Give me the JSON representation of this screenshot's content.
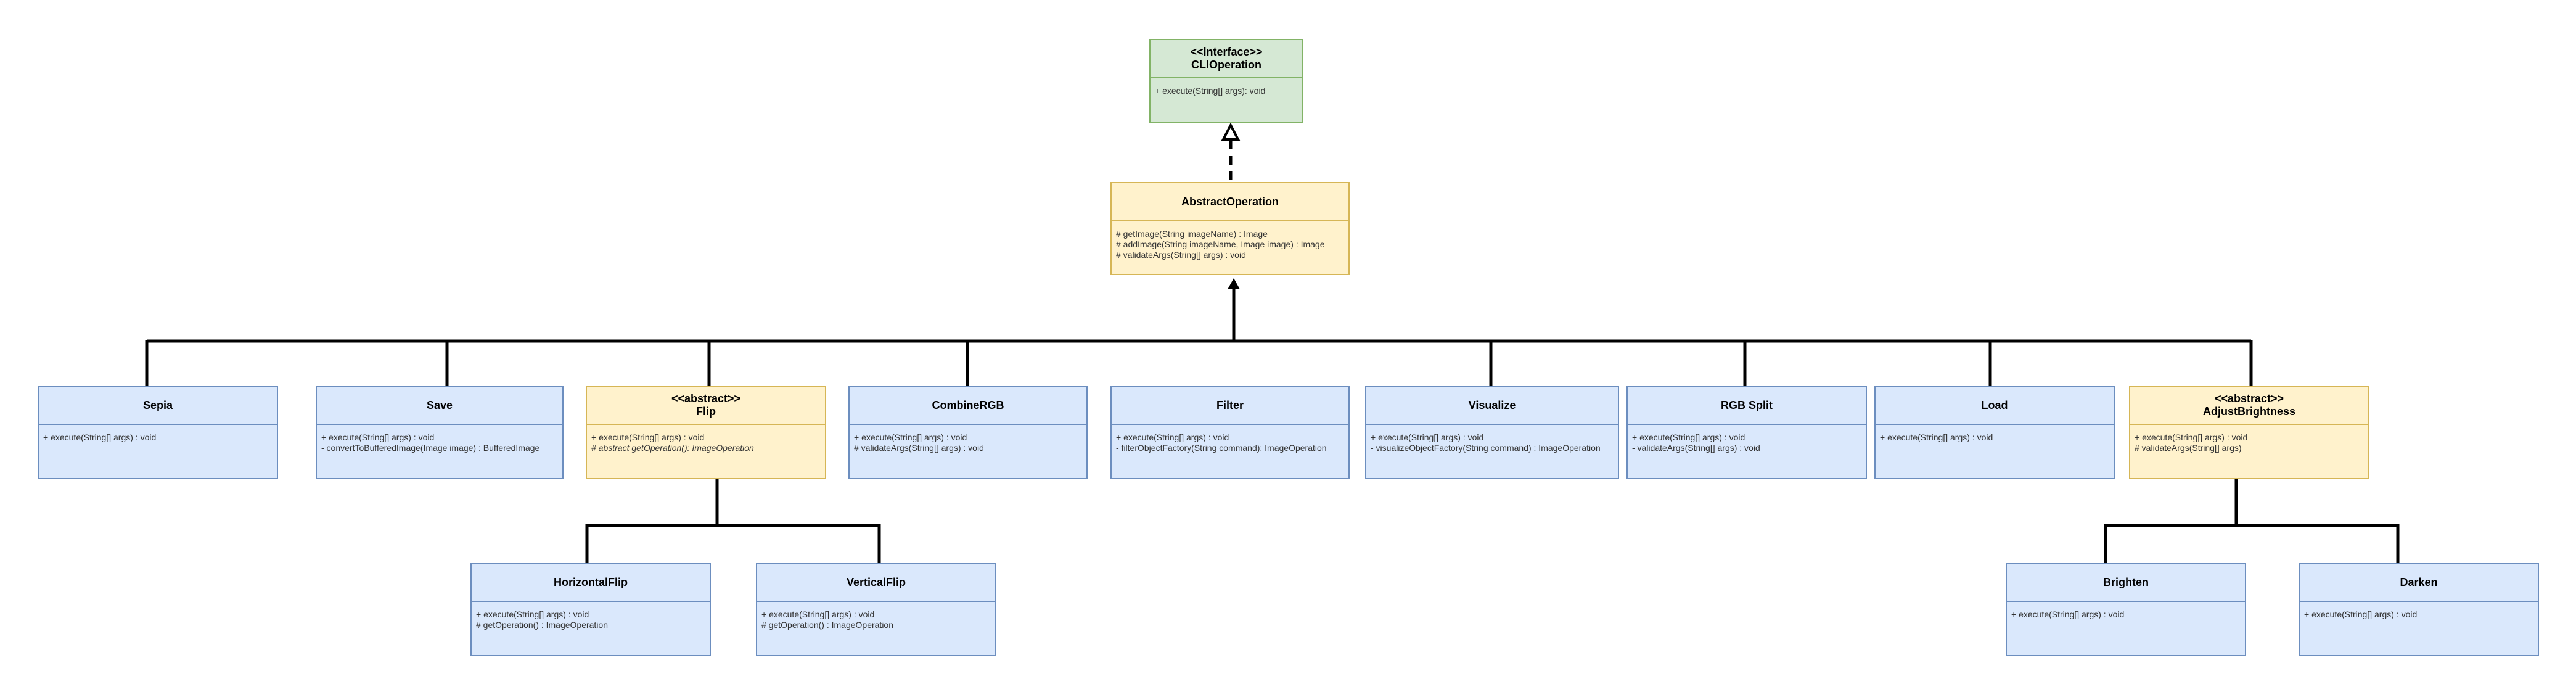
{
  "diagram": {
    "classes": {
      "cli_operation": {
        "stereotype": "<<Interface>>",
        "name": "CLIOperation",
        "members": [
          "+ execute(String[] args): void"
        ]
      },
      "abstract_operation": {
        "stereotype": "",
        "name": "AbstractOperation",
        "members": [
          "# getImage(String imageName) : Image",
          "# addImage(String imageName, Image image) : Image",
          "# validateArgs(String[] args) : void"
        ]
      },
      "sepia": {
        "stereotype": "",
        "name": "Sepia",
        "members": [
          "+ execute(String[] args) : void"
        ]
      },
      "save": {
        "stereotype": "",
        "name": "Save",
        "members": [
          "+ execute(String[] args) : void",
          "- convertToBufferedImage(Image image) : BufferedImage"
        ]
      },
      "flip": {
        "stereotype": "<<abstract>>",
        "name": "Flip",
        "members": [
          "+ execute(String[] args) : void",
          "# abstract getOperation(): ImageOperation"
        ]
      },
      "combine_rgb": {
        "stereotype": "",
        "name": "CombineRGB",
        "members": [
          "+ execute(String[] args) : void",
          "# validateArgs(String[] args) : void"
        ]
      },
      "filter": {
        "stereotype": "",
        "name": "Filter",
        "members": [
          "+ execute(String[] args) : void",
          "- filterObjectFactory(String command): ImageOperation"
        ]
      },
      "visualize": {
        "stereotype": "",
        "name": "Visualize",
        "members": [
          "+ execute(String[] args) : void",
          "- visualizeObjectFactory(String command) : ImageOperation"
        ]
      },
      "rgb_split": {
        "stereotype": "",
        "name": "RGB Split",
        "members": [
          "+ execute(String[] args) : void",
          "- validateArgs(String[] args) : void"
        ]
      },
      "load": {
        "stereotype": "",
        "name": "Load",
        "members": [
          "+ execute(String[] args) : void"
        ]
      },
      "adjust_brightness": {
        "stereotype": "<<abstract>>",
        "name": "AdjustBrightness",
        "members": [
          "+ execute(String[] args) : void",
          "# validateArgs(String[] args)"
        ]
      },
      "horizontal_flip": {
        "stereotype": "",
        "name": "HorizontalFlip",
        "members": [
          "+ execute(String[] args) : void",
          "# getOperation() : ImageOperation"
        ]
      },
      "vertical_flip": {
        "stereotype": "",
        "name": "VerticalFlip",
        "members": [
          "+ execute(String[] args) : void",
          "# getOperation() : ImageOperation"
        ]
      },
      "brighten": {
        "stereotype": "",
        "name": "Brighten",
        "members": [
          "+ execute(String[] args) : void"
        ]
      },
      "darken": {
        "stereotype": "",
        "name": "Darken",
        "members": [
          "+ execute(String[] args) : void"
        ]
      }
    },
    "relations": [
      {
        "type": "realization",
        "from": "AbstractOperation",
        "to": "CLIOperation"
      },
      {
        "type": "inheritance",
        "from": "Sepia",
        "to": "AbstractOperation"
      },
      {
        "type": "inheritance",
        "from": "Save",
        "to": "AbstractOperation"
      },
      {
        "type": "inheritance",
        "from": "Flip",
        "to": "AbstractOperation"
      },
      {
        "type": "inheritance",
        "from": "CombineRGB",
        "to": "AbstractOperation"
      },
      {
        "type": "inheritance",
        "from": "Filter",
        "to": "AbstractOperation"
      },
      {
        "type": "inheritance",
        "from": "Visualize",
        "to": "AbstractOperation"
      },
      {
        "type": "inheritance",
        "from": "RGB Split",
        "to": "AbstractOperation"
      },
      {
        "type": "inheritance",
        "from": "Load",
        "to": "AbstractOperation"
      },
      {
        "type": "inheritance",
        "from": "AdjustBrightness",
        "to": "AbstractOperation"
      },
      {
        "type": "inheritance",
        "from": "HorizontalFlip",
        "to": "Flip"
      },
      {
        "type": "inheritance",
        "from": "VerticalFlip",
        "to": "Flip"
      },
      {
        "type": "inheritance",
        "from": "Brighten",
        "to": "AdjustBrightness"
      },
      {
        "type": "inheritance",
        "from": "Darken",
        "to": "AdjustBrightness"
      }
    ],
    "colors": {
      "concrete_fill": "#dae8fc",
      "concrete_border": "#6c8ebf",
      "abstract_fill": "#fff2cc",
      "abstract_border": "#d6b656",
      "interface_fill": "#d5e8d4",
      "interface_border": "#82b366",
      "connector": "#000000"
    }
  }
}
